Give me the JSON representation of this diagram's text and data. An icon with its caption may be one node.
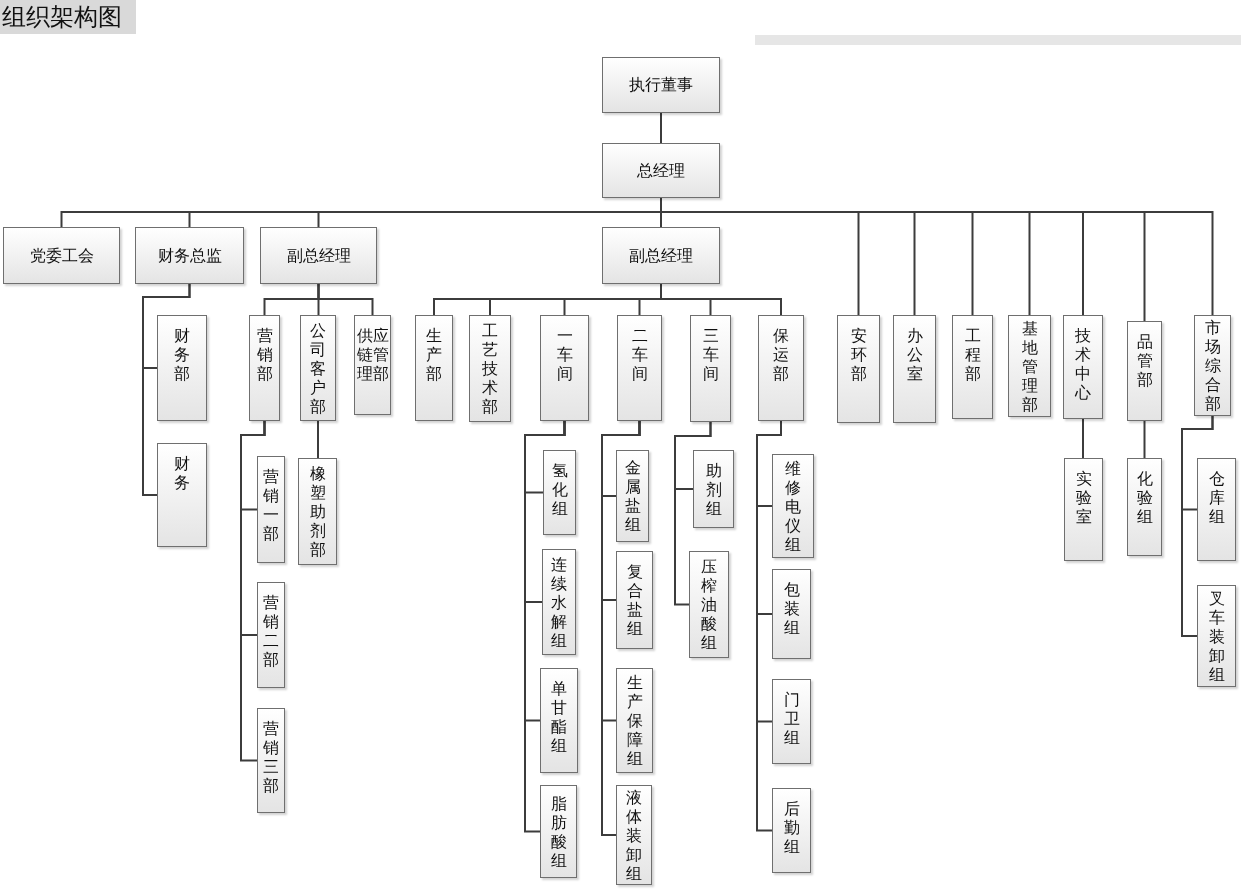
{
  "diagram": {
    "title": "组织架构图",
    "nodes": [
      {
        "text": [
          "执行董事"
        ]
      },
      {
        "text": [
          "总经理"
        ]
      },
      {
        "text": [
          "党委工会"
        ]
      },
      {
        "text": [
          "财务总监"
        ]
      },
      {
        "text": [
          "副总经理"
        ]
      },
      {
        "text": [
          "副总经理"
        ]
      },
      {
        "text": [
          "财务部"
        ]
      },
      {
        "text": [
          "营销部"
        ]
      },
      {
        "text": [
          "公司客户部"
        ]
      },
      {
        "text": [
          "供应链管理部"
        ]
      },
      {
        "text": [
          "生产部"
        ]
      },
      {
        "text": [
          "工艺技术部"
        ]
      },
      {
        "text": [
          "一车间"
        ]
      },
      {
        "text": [
          "二车间"
        ]
      },
      {
        "text": [
          "三车间"
        ]
      },
      {
        "text": [
          "保运部"
        ]
      },
      {
        "text": [
          "安环部"
        ]
      },
      {
        "text": [
          "办公室"
        ]
      },
      {
        "text": [
          "工程部"
        ]
      },
      {
        "text": [
          "基地管理部"
        ]
      },
      {
        "text": [
          "技术中心"
        ]
      },
      {
        "text": [
          "品管部"
        ]
      },
      {
        "text": [
          "市场综合部"
        ]
      },
      {
        "text": [
          "财务"
        ]
      },
      {
        "text": [
          "营销一部"
        ]
      },
      {
        "text": [
          "营销二部"
        ]
      },
      {
        "text": [
          "营销三部"
        ]
      },
      {
        "text": [
          "橡塑助剂部"
        ]
      },
      {
        "text": [
          "氢化组"
        ]
      },
      {
        "text": [
          "连续水解组"
        ]
      },
      {
        "text": [
          "单甘酯组"
        ]
      },
      {
        "text": [
          "脂肪酸组"
        ]
      },
      {
        "text": [
          "金属盐组"
        ]
      },
      {
        "text": [
          "复合盐组"
        ]
      },
      {
        "text": [
          "生产保障组"
        ]
      },
      {
        "text": [
          "液体装卸组"
        ]
      },
      {
        "text": [
          "助剂组"
        ]
      },
      {
        "text": [
          "压榨油酸组"
        ]
      },
      {
        "text": [
          "维修电仪组"
        ]
      },
      {
        "text": [
          "包装组"
        ]
      },
      {
        "text": [
          "门卫组"
        ]
      },
      {
        "text": [
          "后勤组"
        ]
      },
      {
        "text": [
          "实验室"
        ]
      },
      {
        "text": [
          "化验组"
        ]
      },
      {
        "text": [
          "仓库组"
        ]
      },
      {
        "text": [
          "叉车装卸组"
        ]
      }
    ],
    "edges": [
      {
        "from": 0,
        "to": 1,
        "arrow": "none"
      },
      {
        "from": 1,
        "to": 2,
        "arrow": "none"
      },
      {
        "from": 1,
        "to": 3,
        "arrow": "none"
      },
      {
        "from": 1,
        "to": 4,
        "arrow": "none"
      },
      {
        "from": 1,
        "to": 5,
        "arrow": "none"
      },
      {
        "from": 1,
        "to": 16,
        "arrow": "none"
      },
      {
        "from": 1,
        "to": 17,
        "arrow": "none"
      },
      {
        "from": 1,
        "to": 18,
        "arrow": "none"
      },
      {
        "from": 1,
        "to": 19,
        "arrow": "none"
      },
      {
        "from": 1,
        "to": 20,
        "arrow": "none"
      },
      {
        "from": 1,
        "to": 21,
        "arrow": "none"
      },
      {
        "from": 1,
        "to": 22,
        "arrow": "none"
      },
      {
        "from": 3,
        "to": 6,
        "arrow": "none"
      },
      {
        "from": 3,
        "to": 23,
        "arrow": "none"
      },
      {
        "from": 4,
        "to": 7,
        "arrow": "none"
      },
      {
        "from": 4,
        "to": 8,
        "arrow": "none"
      },
      {
        "from": 4,
        "to": 9,
        "arrow": "none"
      },
      {
        "from": 7,
        "to": 24,
        "arrow": "none"
      },
      {
        "from": 7,
        "to": 25,
        "arrow": "none"
      },
      {
        "from": 7,
        "to": 26,
        "arrow": "none"
      },
      {
        "from": 8,
        "to": 27,
        "arrow": "none"
      },
      {
        "from": 5,
        "to": 10,
        "arrow": "none"
      },
      {
        "from": 5,
        "to": 11,
        "arrow": "none"
      },
      {
        "from": 5,
        "to": 12,
        "arrow": "none"
      },
      {
        "from": 5,
        "to": 13,
        "arrow": "none"
      },
      {
        "from": 5,
        "to": 14,
        "arrow": "none"
      },
      {
        "from": 5,
        "to": 15,
        "arrow": "none"
      },
      {
        "from": 12,
        "to": 28,
        "arrow": "none"
      },
      {
        "from": 12,
        "to": 29,
        "arrow": "none"
      },
      {
        "from": 12,
        "to": 30,
        "arrow": "none"
      },
      {
        "from": 12,
        "to": 31,
        "arrow": "none"
      },
      {
        "from": 13,
        "to": 32,
        "arrow": "none"
      },
      {
        "from": 13,
        "to": 33,
        "arrow": "none"
      },
      {
        "from": 13,
        "to": 34,
        "arrow": "none"
      },
      {
        "from": 13,
        "to": 35,
        "arrow": "none"
      },
      {
        "from": 14,
        "to": 36,
        "arrow": "none"
      },
      {
        "from": 14,
        "to": 37,
        "arrow": "none"
      },
      {
        "from": 15,
        "to": 38,
        "arrow": "none"
      },
      {
        "from": 15,
        "to": 39,
        "arrow": "none"
      },
      {
        "from": 15,
        "to": 40,
        "arrow": "none"
      },
      {
        "from": 15,
        "to": 41,
        "arrow": "none"
      },
      {
        "from": 20,
        "to": 42,
        "arrow": "none"
      },
      {
        "from": 21,
        "to": 43,
        "arrow": "none"
      },
      {
        "from": 22,
        "to": 44,
        "arrow": "none"
      },
      {
        "from": 22,
        "to": 45,
        "arrow": "none"
      }
    ]
  }
}
